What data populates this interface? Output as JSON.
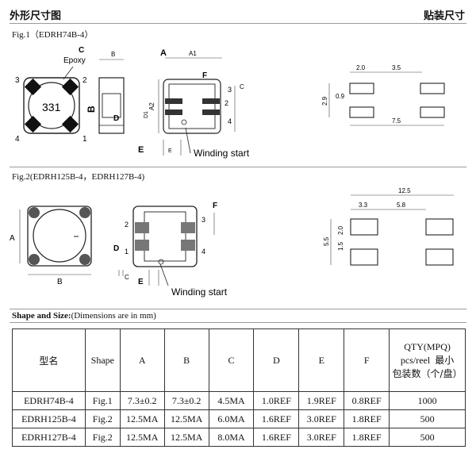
{
  "header": {
    "left_title": "外形尺寸图",
    "right_title": "贴装尺寸"
  },
  "fig1": {
    "caption": "Fig.1（EDRH74B-4）",
    "marking": "331",
    "epoxy_label": "Epoxy",
    "pins": [
      "1",
      "2",
      "3",
      "4"
    ],
    "dims": {
      "A": "A",
      "A1": "A1",
      "B": "B",
      "C": "C",
      "D": "D",
      "E": "E",
      "F": "F",
      "A2": "A2",
      "D1": "D1",
      "E1": "E"
    },
    "winding": "Winding start",
    "pad": {
      "w": "2.0",
      "gap": "3.5",
      "h": "0.9",
      "height": "2.9",
      "total": "7.5"
    }
  },
  "fig2": {
    "caption": "Fig.2(EDRH125B-4，EDRH127B-4)",
    "pins": [
      "1",
      "2",
      "3",
      "4"
    ],
    "dims": {
      "A": "A",
      "B": "B",
      "C": "C",
      "D": "D",
      "E": "E",
      "F": "F"
    },
    "winding": "Winding start",
    "pad": {
      "total": "12.5",
      "w": "3.3",
      "gap": "5.8",
      "h1": "1.5",
      "h2": "2.0",
      "height": "5.5"
    }
  },
  "table": {
    "title": "Shape and Size:",
    "subtitle": "(Dimensions are in mm)",
    "headers": {
      "model": "型名",
      "shape": "Shape",
      "a": "A",
      "b": "B",
      "c": "C",
      "d": "D",
      "e": "E",
      "f": "F",
      "qty1": "QTY(MPQ)",
      "qty2": "pcs/reel",
      "qty3": "最小",
      "qty4": "包装数（个/盘）"
    },
    "rows": [
      [
        "EDRH74B-4",
        "Fig.1",
        "7.3±0.2",
        "7.3±0.2",
        "4.5MA",
        "1.0REF",
        "1.9REF",
        "0.8REF",
        "1000"
      ],
      [
        "EDRH125B-4",
        "Fig.2",
        "12.5MA",
        "12.5MA",
        "6.0MA",
        "1.6REF",
        "3.0REF",
        "1.8REF",
        "500"
      ],
      [
        "EDRH127B-4",
        "Fig.2",
        "12.5MA",
        "12.5MA",
        "8.0MA",
        "1.6REF",
        "3.0REF",
        "1.8REF",
        "500"
      ]
    ]
  }
}
